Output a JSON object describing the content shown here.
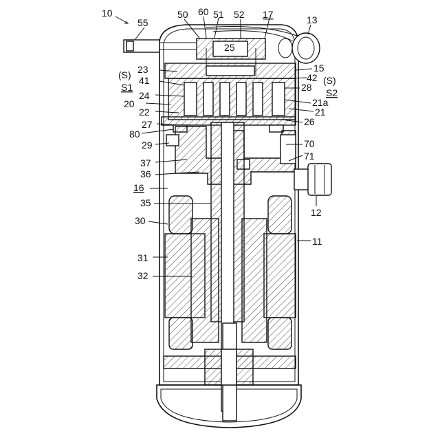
{
  "labels": {
    "l10": "10",
    "l55": "55",
    "l50": "50",
    "l60": "60",
    "l51": "51",
    "l52": "52",
    "l17": "17",
    "l13": "13",
    "l25": "25",
    "l23": "23",
    "l15": "15",
    "l42": "42",
    "lS_left": "(S)",
    "lS1": "S1",
    "l41": "41",
    "l28": "28",
    "lS_right": "(S)",
    "lS2": "S2",
    "l24": "24",
    "l21a": "21a",
    "l20": "20",
    "l22": "22",
    "l21": "21",
    "l27": "27",
    "l26": "26",
    "l80": "80",
    "l29": "29",
    "l70": "70",
    "l37": "37",
    "l71": "71",
    "l36": "36",
    "l16": "16",
    "l35": "35",
    "l12": "12",
    "l30": "30",
    "l11": "11",
    "l31": "31",
    "l32": "32"
  }
}
